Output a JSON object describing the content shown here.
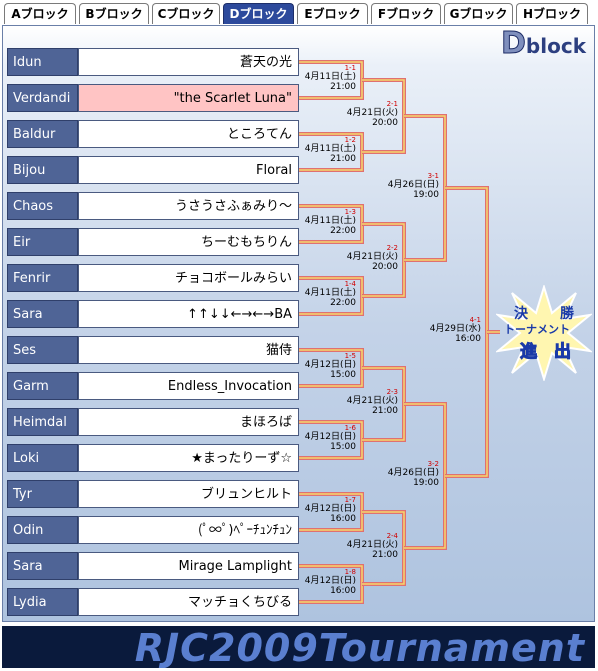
{
  "tabs": [
    {
      "label": "Aブロック"
    },
    {
      "label": "Bブロック"
    },
    {
      "label": "Cブロック"
    },
    {
      "label": "Dブロック"
    },
    {
      "label": "Eブロック"
    },
    {
      "label": "Fブロック"
    },
    {
      "label": "Gブロック"
    },
    {
      "label": "Hブロック"
    }
  ],
  "block_title": {
    "letter": "D",
    "word": "block"
  },
  "entries": [
    {
      "player": "Idun",
      "team": "蒼天の光"
    },
    {
      "player": "Verdandi",
      "team": "\"the Scarlet Luna\""
    },
    {
      "player": "Baldur",
      "team": "ところてん"
    },
    {
      "player": "Bijou",
      "team": "Floral"
    },
    {
      "player": "Chaos",
      "team": "うさうさふぁみり～"
    },
    {
      "player": "Eir",
      "team": "ちーむもちりん"
    },
    {
      "player": "Fenrir",
      "team": "チョコボールみらい"
    },
    {
      "player": "Sara",
      "team": "↑↑↓↓←→←→BA"
    },
    {
      "player": "Ses",
      "team": "猫侍"
    },
    {
      "player": "Garm",
      "team": "Endless_Invocation"
    },
    {
      "player": "Heimdal",
      "team": "まほろば"
    },
    {
      "player": "Loki",
      "team": "★まったりーず☆"
    },
    {
      "player": "Tyr",
      "team": "ブリュンヒルト"
    },
    {
      "player": "Odin",
      "team": "(ﾟ∞ﾟ)ﾍﾟｰﾁｭﾝﾁｭﾝ"
    },
    {
      "player": "Sara",
      "team": "Mirage Lamplight"
    },
    {
      "player": "Lydia",
      "team": "マッチョくちびる"
    }
  ],
  "matches_r1": [
    {
      "id": "1-1",
      "date": "4月11日(土)",
      "time": "21:00"
    },
    {
      "id": "1-2",
      "date": "4月11日(土)",
      "time": "21:00"
    },
    {
      "id": "1-3",
      "date": "4月11日(土)",
      "time": "22:00"
    },
    {
      "id": "1-4",
      "date": "4月11日(土)",
      "time": "22:00"
    },
    {
      "id": "1-5",
      "date": "4月12日(日)",
      "time": "15:00"
    },
    {
      "id": "1-6",
      "date": "4月12日(日)",
      "time": "15:00"
    },
    {
      "id": "1-7",
      "date": "4月12日(日)",
      "time": "16:00"
    },
    {
      "id": "1-8",
      "date": "4月12日(日)",
      "time": "16:00"
    }
  ],
  "matches_r2": [
    {
      "id": "2-1",
      "date": "4月21日(火)",
      "time": "20:00"
    },
    {
      "id": "2-2",
      "date": "4月21日(火)",
      "time": "20:00"
    },
    {
      "id": "2-3",
      "date": "4月21日(火)",
      "time": "21:00"
    },
    {
      "id": "2-4",
      "date": "4月21日(火)",
      "time": "21:00"
    }
  ],
  "matches_r3": [
    {
      "id": "3-1",
      "date": "4月26日(日)",
      "time": "19:00"
    },
    {
      "id": "3-2",
      "date": "4月26日(日)",
      "time": "19:00"
    }
  ],
  "matches_r4": [
    {
      "id": "4-1",
      "date": "4月29日(水)",
      "time": "16:00"
    }
  ],
  "finals_badge": {
    "line1a": "決",
    "line1b": "勝",
    "line2": "トーナメント",
    "line3a": "進",
    "line3b": "出"
  },
  "footer": {
    "title": "RJC2009Tournament"
  },
  "colors": {
    "tab_active": "#2d4a9c",
    "player_bg": "#4f6496",
    "highlight": "#ffc4c4",
    "bracket_line": "#e07070",
    "bracket_inner": "#f5d76e"
  }
}
